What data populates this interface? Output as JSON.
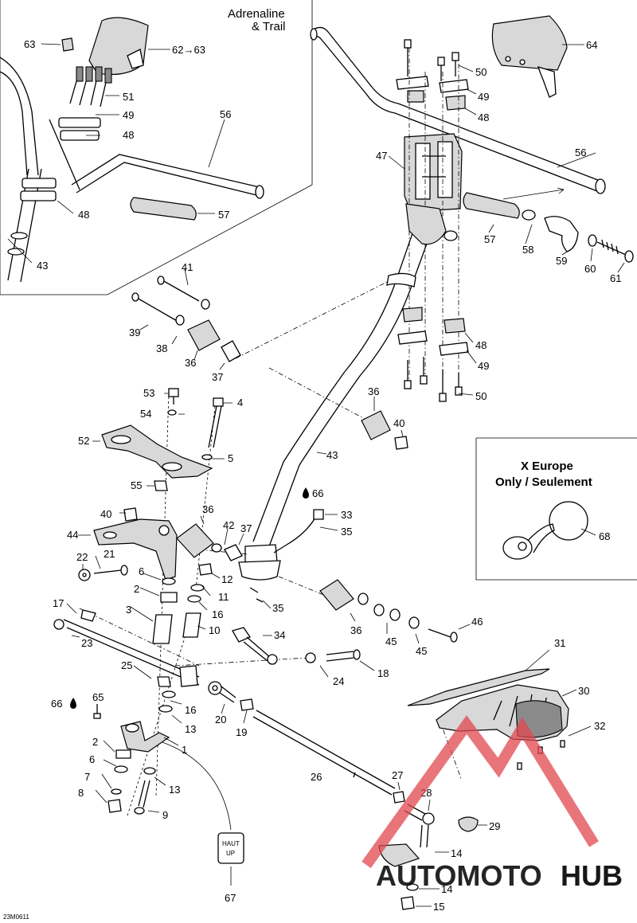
{
  "inset_title": [
    "Adrenaline",
    "& Trail"
  ],
  "box_title": [
    "X Europe",
    "Only / Seulement"
  ],
  "doc_code": "23M0611",
  "tag_label": [
    "HAUT",
    "UP"
  ],
  "watermark": {
    "brand_a": "AUTOMOTO",
    "brand_b": "HUB",
    "color_triangle": "#e0474d",
    "color_text": "#f39a9a"
  },
  "callouts": {
    "c63": "63",
    "c62": "62→63",
    "c51": "51",
    "c49": "49",
    "c48a": "48",
    "c48b": "48",
    "c56a": "56",
    "c57a": "57",
    "c43a": "43",
    "c64": "64",
    "c50a": "50",
    "c49b": "49",
    "c48c": "48",
    "c47": "47",
    "c56b": "56",
    "c57b": "57",
    "c58": "58",
    "c59": "59",
    "c60": "60",
    "c61": "61",
    "c48d": "48",
    "c49c": "49",
    "c50b": "50",
    "c41": "41",
    "c39": "39",
    "c38": "38",
    "c36a": "36",
    "c37a": "37",
    "c36b": "36",
    "c40a": "40",
    "c53": "53",
    "c4": "4",
    "c54": "54",
    "c52": "52",
    "c5": "5",
    "c55": "55",
    "c43b": "43",
    "c66a": "66",
    "c33": "33",
    "c35a": "35",
    "c40b": "40",
    "c36c": "36",
    "c42": "42",
    "c37b": "37",
    "c44": "44",
    "c22": "22",
    "c21": "21",
    "c6a": "6",
    "c12": "12",
    "c2a": "2",
    "c11": "11",
    "c3": "3",
    "c16a": "16",
    "c10": "10",
    "c35b": "35",
    "c17": "17",
    "c23": "23",
    "c34": "34",
    "c36d": "36",
    "c45a": "45",
    "c45b": "45",
    "c46": "46",
    "c31": "31",
    "c25": "25",
    "c18": "18",
    "c24": "24",
    "c66b": "66",
    "c65": "65",
    "c16b": "16",
    "c20": "20",
    "c13a": "13",
    "c19": "19",
    "c30": "30",
    "c32": "32",
    "c1": "1",
    "c2b": "2",
    "c6b": "6",
    "c7": "7",
    "c8": "8",
    "c13b": "13",
    "c9": "9",
    "c26": "26",
    "c27": "27",
    "c28": "28",
    "c29": "29",
    "c14a": "14",
    "c14b": "14",
    "c15": "15",
    "c67": "67",
    "c68": "68"
  }
}
